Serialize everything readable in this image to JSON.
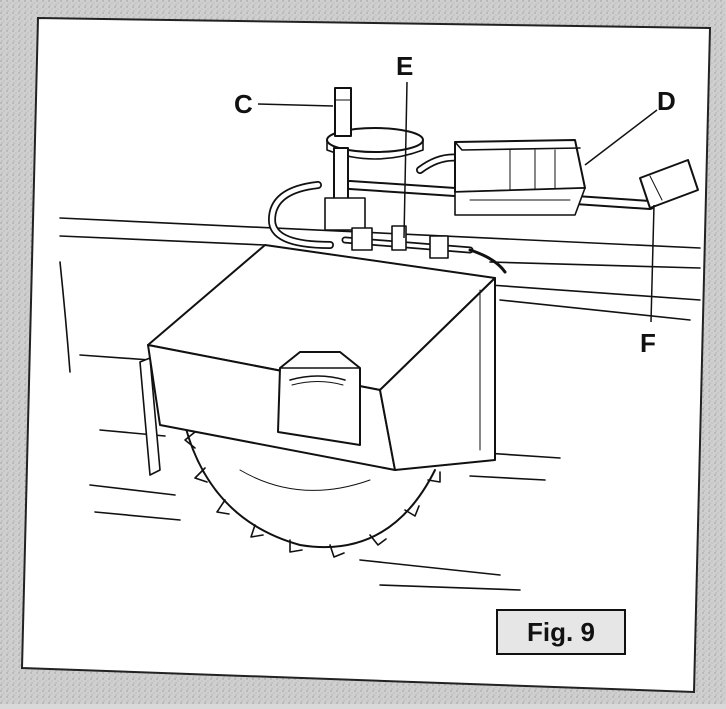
{
  "figure": {
    "caption": "Fig. 9",
    "callouts": [
      {
        "id": "C",
        "label": "C"
      },
      {
        "id": "D",
        "label": "D"
      },
      {
        "id": "E",
        "label": "E"
      },
      {
        "id": "F",
        "label": "F"
      }
    ]
  }
}
